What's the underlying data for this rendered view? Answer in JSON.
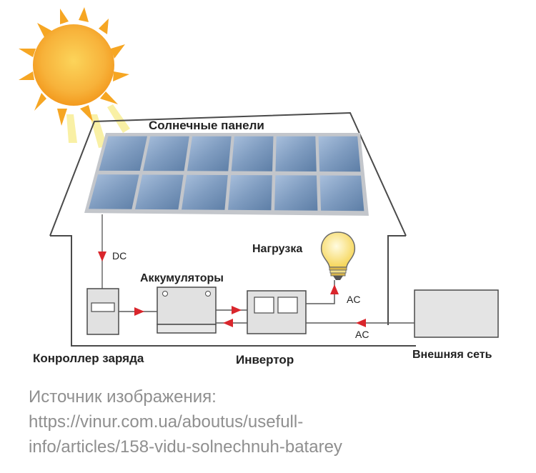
{
  "labels": {
    "solar_panels": "Солнечные панели",
    "dc": "DC",
    "load": "Нагрузка",
    "batteries": "Аккумуляторы",
    "ac_load": "AC",
    "ac_grid": "AC",
    "charge_controller": "Конроллер заряда",
    "inverter": "Инвертор",
    "external_grid": "Внешняя сеть"
  },
  "caption": {
    "line1": "Источник изображения:",
    "line2": "https://vinur.com.ua/aboutus/usefull-",
    "line3": "info/articles/158-vidu-solnechnuh-batarey"
  },
  "colors": {
    "sun": "#f6a623",
    "sun_ray_light": "#f8e86a",
    "house_outline": "#4a4a4a",
    "panel_cell": "#7f9cc0",
    "panel_frame": "#b9bdc2",
    "device_fill": "#e2e2e2",
    "arrow_red": "#d9262c",
    "bulb": "#fbe27a",
    "caption": "#8f8f8f"
  }
}
